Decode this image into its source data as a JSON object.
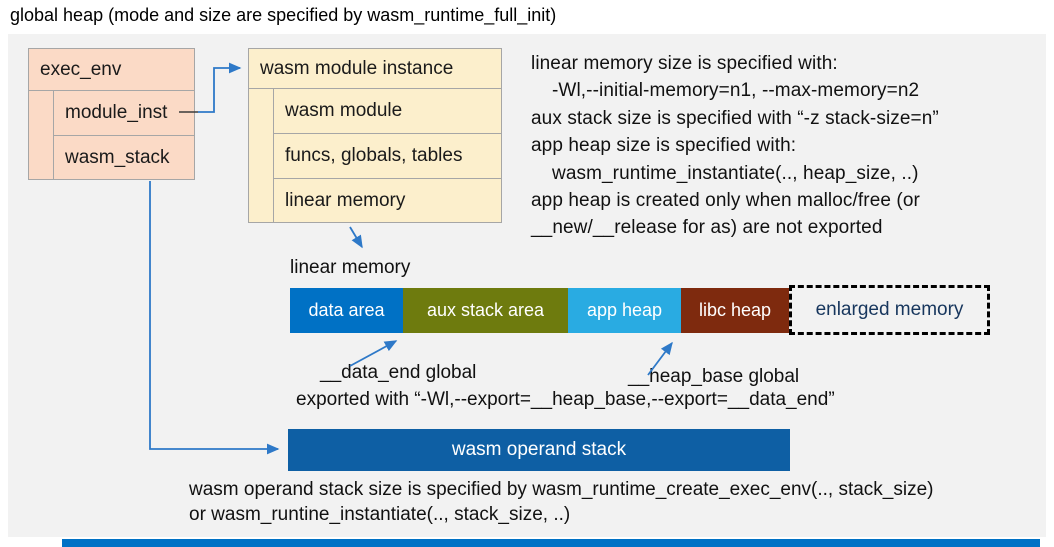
{
  "title": "global heap (mode and size are specified by wasm_runtime_full_init)",
  "exec_env": {
    "header": "exec_env",
    "rows": [
      {
        "label": "module_inst"
      },
      {
        "label": "wasm_stack"
      }
    ]
  },
  "module_instance": {
    "header": "wasm module instance",
    "rows": [
      {
        "label": "wasm module"
      },
      {
        "label": "funcs, globals, tables"
      },
      {
        "label": "linear memory"
      }
    ]
  },
  "notes": {
    "lines": [
      {
        "text": "linear memory size is specified with:"
      },
      {
        "text": "-Wl,--initial-memory=n1, --max-memory=n2"
      },
      {
        "text": "aux stack size is specified with “-z stack-size=n”"
      },
      {
        "text": "app heap size is specified with:"
      },
      {
        "text": "wasm_runtime_instantiate(.., heap_size, ..)"
      },
      {
        "text": "app heap is created only when malloc/free (or"
      },
      {
        "text": "__new/__release for as) are not exported"
      }
    ]
  },
  "linear_memory": {
    "label": "linear memory",
    "segments": [
      {
        "label": "data area",
        "color": "#0071C5",
        "text_color": "#FFFFFF"
      },
      {
        "label": "aux stack area",
        "color": "#6E7B0E",
        "text_color": "#FFFFFF"
      },
      {
        "label": "app heap",
        "color": "#29ABE2",
        "text_color": "#FFFFFF"
      },
      {
        "label": "libc heap",
        "color": "#7E2A0E",
        "text_color": "#FFFFFF"
      },
      {
        "label": "enlarged memory",
        "color": "none-dashed-outline",
        "text_color": "#17365D"
      }
    ]
  },
  "annotations": {
    "data_end": "__data_end global",
    "heap_base": "__heap_base global",
    "exported": "exported with “-Wl,--export=__heap_base,--export=__data_end”"
  },
  "operand_stack": {
    "label": "wasm operand stack",
    "color": "#0E5FA4"
  },
  "footer_note": {
    "line1": "wasm operand stack size is specified by wasm_runtime_create_exec_env(.., stack_size)",
    "line2": "or wasm_runtine_instantiate(.., stack_size, ..)"
  },
  "colors": {
    "panel_bg": "#F2F2F2",
    "exec_env_fill": "#FBDAC6",
    "module_instance_fill": "#FCEFCC",
    "box_border": "#A6A6A6",
    "arrow_blue": "#2E79C8",
    "accent_bar": "#0071C5",
    "enlarged_text": "#17365D"
  }
}
